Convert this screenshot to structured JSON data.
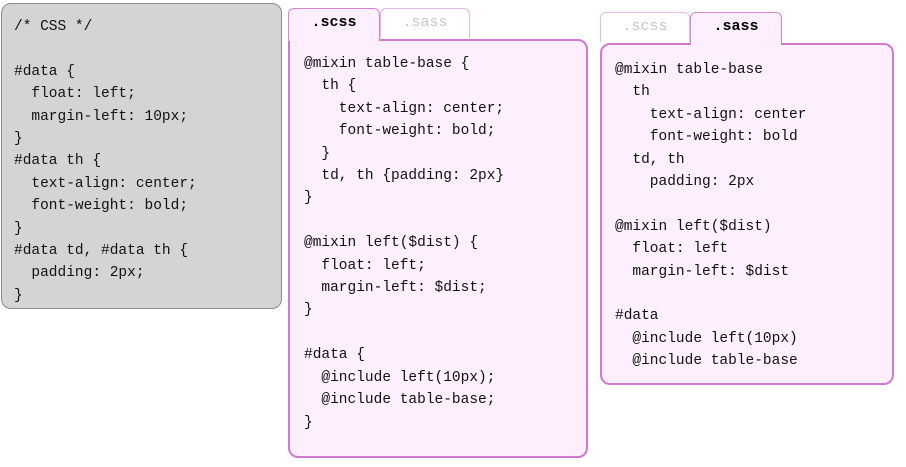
{
  "css_panel": {
    "code": "/* CSS */\n\n#data {\n  float: left;\n  margin-left: 10px;\n}\n#data th {\n  text-align: center;\n  font-weight: bold;\n}\n#data td, #data th {\n  padding: 2px;\n}"
  },
  "scss_panel": {
    "tabs": [
      ".scss",
      ".sass"
    ],
    "code": "@mixin table-base {\n  th {\n    text-align: center;\n    font-weight: bold;\n  }\n  td, th {padding: 2px}\n}\n\n@mixin left($dist) {\n  float: left;\n  margin-left: $dist;\n}\n\n#data {\n  @include left(10px);\n  @include table-base;\n}"
  },
  "sass_panel": {
    "tabs": [
      ".scss",
      ".sass"
    ],
    "code": "@mixin table-base\n  th\n    text-align: center\n    font-weight: bold\n  td, th\n    padding: 2px\n\n@mixin left($dist)\n  float: left\n  margin-left: $dist\n\n#data\n  @include left(10px)\n  @include table-base"
  },
  "colors": {
    "css_bg": "#d4d4d4",
    "pane_bg": "#fdeffd",
    "pane_border": "#d178d1",
    "inactive_tab_text": "#c6c6c6"
  }
}
